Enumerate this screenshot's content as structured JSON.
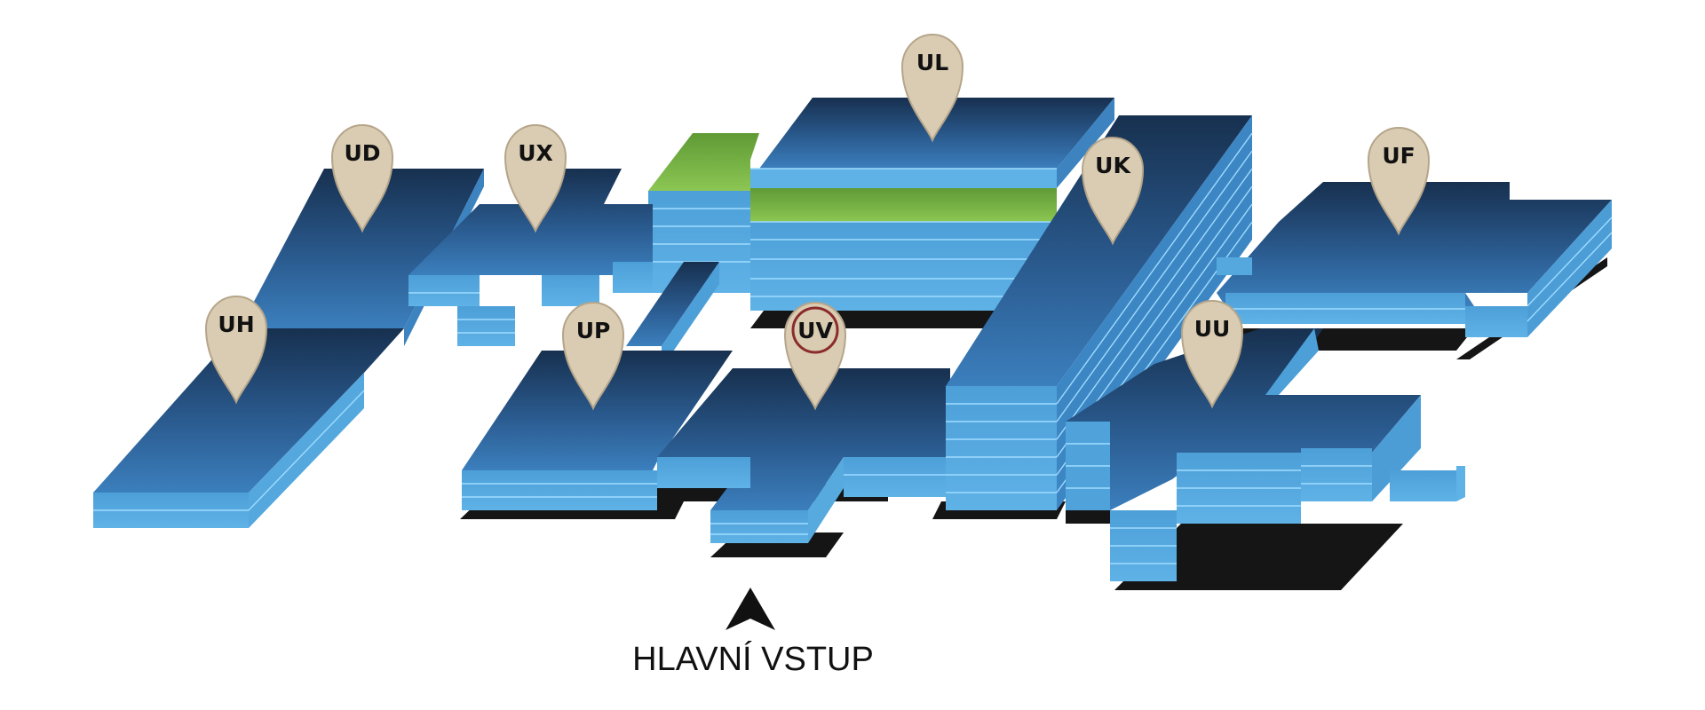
{
  "colors": {
    "roof_dark": "#1a3356",
    "roof_mid": "#2d5f95",
    "roof_light": "#3f86c4",
    "side": "#4fa2da",
    "side_light": "#6cc0ee",
    "floor_line": "#a9e2ff",
    "green": "#79b84a",
    "green_side": "#9ccf5a",
    "pin": "#d8ccb4",
    "pin_stroke": "#b8aa90",
    "pin_active_ring": "#8b2b2b",
    "shadow": "#141414"
  },
  "pins": [
    {
      "id": "UL",
      "label": "UL"
    },
    {
      "id": "UD",
      "label": "UD"
    },
    {
      "id": "UX",
      "label": "UX"
    },
    {
      "id": "UK",
      "label": "UK"
    },
    {
      "id": "UF",
      "label": "UF"
    },
    {
      "id": "UH",
      "label": "UH"
    },
    {
      "id": "UP",
      "label": "UP"
    },
    {
      "id": "UV",
      "label": "UV"
    },
    {
      "id": "UU",
      "label": "UU"
    }
  ],
  "entrance": {
    "label": "HLAVNÍ VSTUP",
    "icon": "arrow-up-icon"
  }
}
